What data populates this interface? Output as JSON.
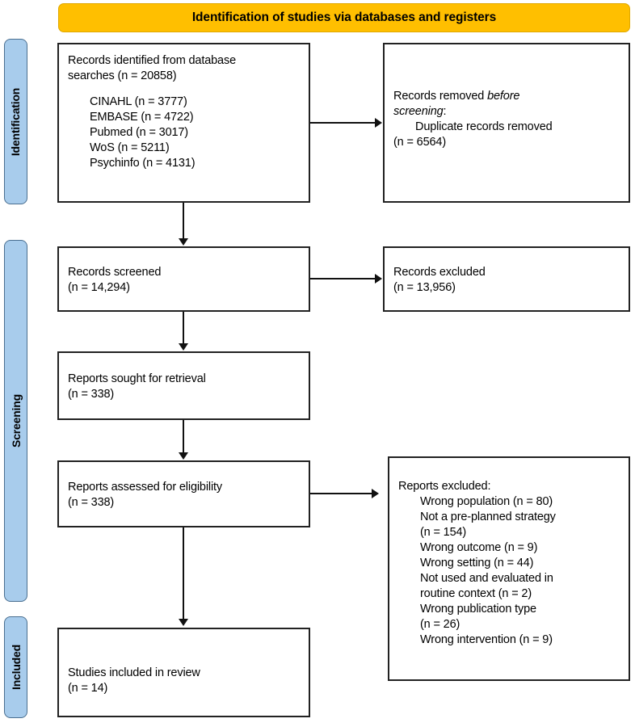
{
  "diagram": {
    "title": "Identification of studies via databases and registers",
    "accent_gold": "#FFBF00",
    "accent_blue": "#A8CCEC",
    "stages": [
      {
        "id": "identification",
        "label": "Identification"
      },
      {
        "id": "screening",
        "label": "Screening"
      },
      {
        "id": "included",
        "label": "Included"
      }
    ],
    "boxes": {
      "records_identified": {
        "heading_line1": "Records identified from database",
        "heading_line2": "searches (n = 20858)",
        "sources": [
          "CINAHL (n = 3777)",
          "EMBASE (n = 4722)",
          "Pubmed (n = 3017)",
          "WoS (n = 5211)",
          "Psychinfo (n = 4131)"
        ]
      },
      "records_removed": {
        "line1_plain": "Records removed ",
        "line1_italic": "before",
        "line2_italic": "screening",
        "line2_colon": ":",
        "detail": "Duplicate records removed",
        "detail_n": "(n = 6564)"
      },
      "records_screened": {
        "label": "Records screened",
        "count": "(n = 14,294)"
      },
      "records_excluded": {
        "label": "Records excluded",
        "count": "(n = 13,956)"
      },
      "reports_sought": {
        "label": "Reports sought for retrieval",
        "count": "(n = 338)"
      },
      "reports_assessed": {
        "label": "Reports assessed for eligibility",
        "count": "(n = 338)"
      },
      "reports_excluded": {
        "heading": "Reports excluded:",
        "reasons": [
          "Wrong population (n = 80)",
          "Not a pre-planned strategy",
          "(n = 154)",
          "Wrong outcome (n = 9)",
          "Wrong setting (n = 44)",
          "Not used and evaluated in",
          "routine context (n = 2)",
          "Wrong publication type",
          "(n = 26)",
          "Wrong intervention (n = 9)"
        ]
      },
      "studies_included": {
        "label": "Studies included in review",
        "count": "(n = 14)"
      }
    }
  }
}
